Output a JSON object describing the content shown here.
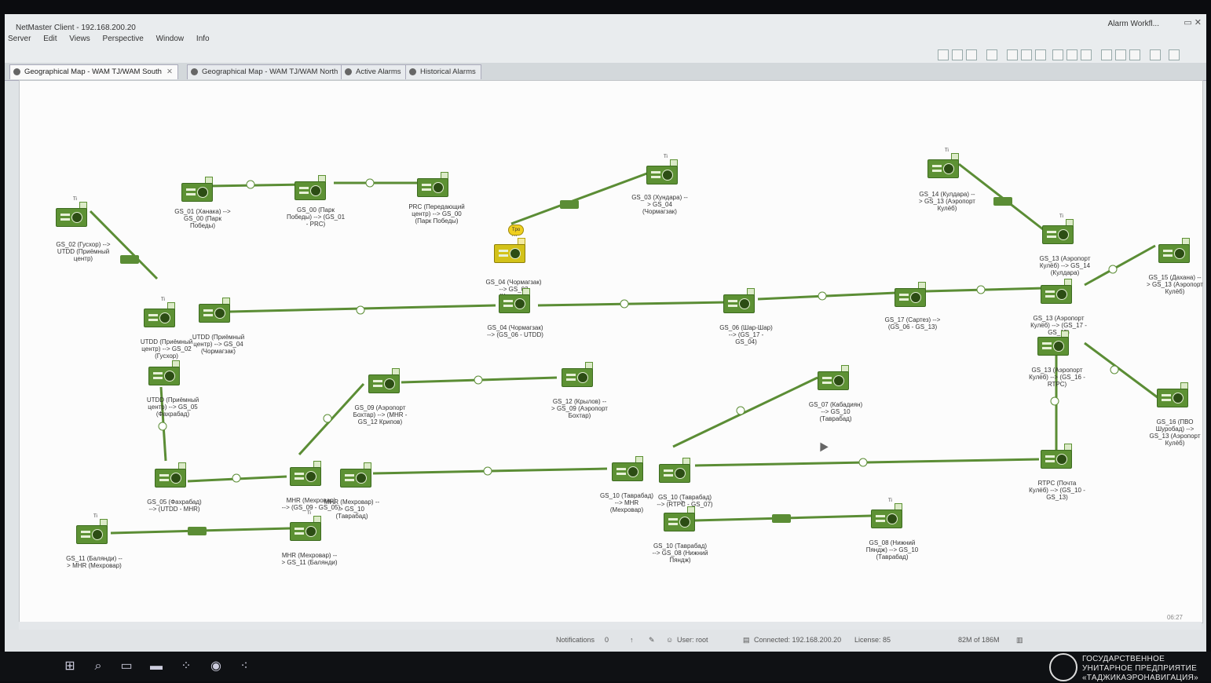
{
  "window": {
    "title": "NetMaster Client - 192.168.200.20",
    "right_title": "Alarm Workfl..."
  },
  "menu": [
    "Server",
    "Edit",
    "Views",
    "Perspective",
    "Window",
    "Info"
  ],
  "tabs": [
    {
      "label": "Geographical Map - WAM TJ/WAM South",
      "active": true
    },
    {
      "label": "Geographical Map - WAM TJ/WAM North",
      "active": false
    },
    {
      "label": "Active Alarms",
      "active": false
    },
    {
      "label": "Historical Alarms",
      "active": false
    }
  ],
  "map": {
    "nodes": [
      {
        "id": "gs02",
        "label": "GS_02 (Гусхор) -->\nUTDD (Приёмный\nцентр)",
        "alarm": false,
        "ti": "Ti"
      },
      {
        "id": "gs01",
        "label": "GS_01 (Ханака) -->\nGS_00 (Парк\nПобеды)",
        "alarm": false,
        "ti": ""
      },
      {
        "id": "gs00",
        "label": "GS_00 (Парк\nПобеды) --> (GS_01\n- PRC)",
        "alarm": false,
        "ti": ""
      },
      {
        "id": "prc",
        "label": "PRC (Передающий\nцентр) --> GS_00\n(Парк Победы)",
        "alarm": false,
        "ti": ""
      },
      {
        "id": "gs03",
        "label": "GS_03 (Хундара) --\n> GS_04\n(Чормагзак)",
        "alarm": false,
        "ti": "Ti"
      },
      {
        "id": "gs04a",
        "label": "GS_04 (Чормагзак)\n--> GS_03\n(Хундара)",
        "alarm": true,
        "ti": "Tn"
      },
      {
        "id": "gs04b",
        "label": "GS_04 (Чормагзак)\n--> (GS_06 - UTDD)",
        "alarm": false,
        "ti": ""
      },
      {
        "id": "utdd1",
        "label": "UTDD (Приёмный\nцентр) --> GS_02\n(Гусхор)",
        "alarm": false,
        "ti": "Ti"
      },
      {
        "id": "utdd2",
        "label": "UTDD (Приёмный\nцентр) --> GS_04\n(Чормагзак)",
        "alarm": false,
        "ti": ""
      },
      {
        "id": "utdd3",
        "label": "UTDD (Приёмный\nцентр) --> GS_05\n(Фахрабад)",
        "alarm": false,
        "ti": ""
      },
      {
        "id": "gs06",
        "label": "GS_06 (Шар-Шар)\n--> (GS_17 -\nGS_04)",
        "alarm": false,
        "ti": ""
      },
      {
        "id": "gs17",
        "label": "GS_17 (Сартез) -->\n(GS_06 - GS_13)",
        "alarm": false,
        "ti": ""
      },
      {
        "id": "gs14",
        "label": "GS_14 (Кулдара) --\n> GS_13 (Аэропорт\nКулёб)",
        "alarm": false,
        "ti": "Ti"
      },
      {
        "id": "gs13a",
        "label": "GS_13 (Аэропорт\nКулёб) --> GS_14\n(Кулдара)",
        "alarm": false,
        "ti": "Ti"
      },
      {
        "id": "gs13b",
        "label": "GS_13 (Аэропорт\nКулёб) --> (GS_17 -\nGS_15)",
        "alarm": false,
        "ti": ""
      },
      {
        "id": "gs13c",
        "label": "GS_13 (Аэропорт\nКулёб) --> (GS_16 -\nRTPC)",
        "alarm": false,
        "ti": ""
      },
      {
        "id": "gs15",
        "label": "GS_15 (Дахана) --\n> GS_13 (Аэропорт\nКулёб)",
        "alarm": false,
        "ti": ""
      },
      {
        "id": "gs16",
        "label": "GS_16 (ПВО\nШуробад) -->\nGS_13 (Аэропорт\nКулёб)",
        "alarm": false,
        "ti": ""
      },
      {
        "id": "gs09",
        "label": "GS_09 (Аэропорт\nБохтар) --> (MHR -\nGS_12 Крипов)",
        "alarm": false,
        "ti": ""
      },
      {
        "id": "gs12",
        "label": "GS_12 (Крылов) --\n> GS_09 (Аэропорт\nБохтар)",
        "alarm": false,
        "ti": ""
      },
      {
        "id": "gs07",
        "label": "GS_07 (Кабадиян)\n--> GS_10\n(Таврабад)",
        "alarm": false,
        "ti": ""
      },
      {
        "id": "gs05",
        "label": "GS_05 (Фахрабад)\n--> (UTDD - MHR)",
        "alarm": false,
        "ti": ""
      },
      {
        "id": "mhr1",
        "label": "MHR (Мехровар)\n--> (GS_09 - GS_05)",
        "alarm": false,
        "ti": ""
      },
      {
        "id": "mhr2",
        "label": "MHR (Мехровар) --\n> GS_10\n(Таврабад)",
        "alarm": false,
        "ti": ""
      },
      {
        "id": "gs10a",
        "label": "GS_10 (Таврабад)\n--> MHR\n(Мехровар)",
        "alarm": false,
        "ti": ""
      },
      {
        "id": "gs10b",
        "label": "GS_10 (Таврабад)\n--> (RTPC - GS_07)",
        "alarm": false,
        "ti": ""
      },
      {
        "id": "rtpc",
        "label": "RTPC (Почта\nКулёб) --> (GS_10 -\nGS_13)",
        "alarm": false,
        "ti": ""
      },
      {
        "id": "gs11",
        "label": "GS_11 (Балянди) --\n> MHR (Мехровар)",
        "alarm": false,
        "ti": "Ti"
      },
      {
        "id": "mhr3",
        "label": "MHR (Мехровар) --\n> GS_11 (Балянди)",
        "alarm": false,
        "ti": "Ti"
      },
      {
        "id": "gs10c",
        "label": "GS_10 (Таврабад)\n--> GS_08 (Нижний\nПяндж)",
        "alarm": false,
        "ti": "Ti"
      },
      {
        "id": "gs08",
        "label": "GS_08 (Нижний\nПяндж) --> GS_10\n(Таврабад)",
        "alarm": false,
        "ti": "Ti"
      }
    ],
    "alarm_badge": "Tpo"
  },
  "status": {
    "notifications_label": "Notifications",
    "notifications_count": "0",
    "user": "User: root",
    "connected": "Connected: 192.168.200.20",
    "license": "License: 85",
    "memory": "82M of 186M"
  },
  "taskbar": {
    "time": "06:27",
    "brand_line1": "ГОСУДАРСТВЕННОЕ",
    "brand_line2": "УНИТАРНОЕ ПРЕДПРИЯТИЕ",
    "brand_line3": "«ТАДЖИКАЭРОНАВИГАЦИЯ»"
  }
}
